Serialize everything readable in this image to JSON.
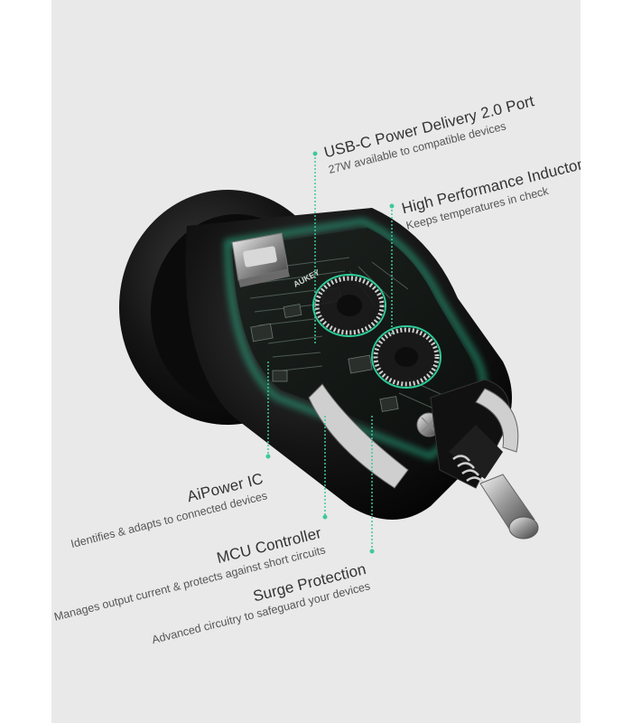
{
  "product": {
    "brand": "AUKEY"
  },
  "callouts": [
    {
      "title": "USB-C Power Delivery 2.0 Port",
      "subtitle": "27W available to compatible devices"
    },
    {
      "title": "High Performance Inductor",
      "subtitle": "Keeps temperatures in check"
    },
    {
      "title": "AiPower IC",
      "subtitle": "Identifies & adapts to connected devices"
    },
    {
      "title": "MCU Controller",
      "subtitle": "Manages output current & protects against short circuits"
    },
    {
      "title": "Surge Protection",
      "subtitle": "Advanced circuitry to safeguard your devices"
    }
  ],
  "colors": {
    "background": "#e9e9e9",
    "accent_glow": "#2fe0a8",
    "leader_line": "#3fc99a",
    "body": "#141414"
  }
}
